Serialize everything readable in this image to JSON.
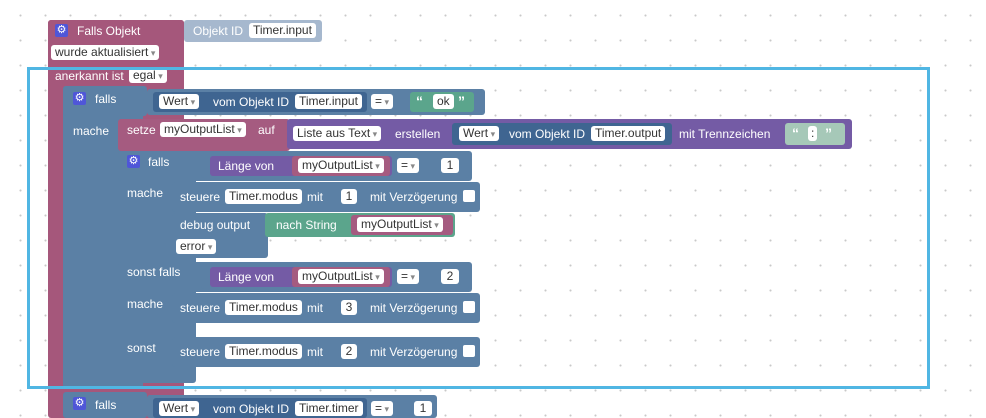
{
  "trigger": {
    "title": "Falls Objekt",
    "object_id_label": "Objekt ID",
    "object_id_value": "Timer.input",
    "updated_value": "wurde aktualisiert",
    "ack_label": "anerkannt ist",
    "ack_value": "egal"
  },
  "if1": {
    "falls": "falls",
    "mache": "mache",
    "wert_value": "Wert",
    "vom_label": "vom Objekt ID",
    "object_id_value": "Timer.input",
    "op": "=",
    "text_value": "ok"
  },
  "set": {
    "setze": "setze",
    "var": "myOutputList",
    "auf": "auf",
    "list_from_text": "Liste aus Text",
    "erstellen": "erstellen",
    "wert_value": "Wert",
    "vom_label": "vom Objekt ID",
    "object_id_value": "Timer.output",
    "separator_label": "mit Trennzeichen",
    "separator_value": ":"
  },
  "if2": {
    "falls": "falls",
    "mache": "mache",
    "length_label": "Länge von",
    "var": "myOutputList",
    "op": "=",
    "num": "1",
    "control": {
      "steuere": "steuere",
      "target": "Timer.modus",
      "mit": "mit",
      "num": "1",
      "delay": "mit Verzögerung"
    },
    "debug": {
      "label": "debug output",
      "to_string": "nach String",
      "var": "myOutputList",
      "level": "error"
    },
    "elseif": "sonst falls",
    "elseif_length_label": "Länge von",
    "elseif_var": "myOutputList",
    "elseif_op": "=",
    "elseif_num": "2",
    "mache2": "mache",
    "control2": {
      "steuere": "steuere",
      "target": "Timer.modus",
      "mit": "mit",
      "num": "3",
      "delay": "mit Verzögerung"
    },
    "else": "sonst",
    "control3": {
      "steuere": "steuere",
      "target": "Timer.modus",
      "mit": "mit",
      "num": "2",
      "delay": "mit Verzögerung"
    }
  },
  "if3": {
    "falls": "falls",
    "wert_value": "Wert",
    "vom_label": "vom Objekt ID",
    "object_id_value": "Timer.timer",
    "op": "=",
    "num": "1"
  },
  "colors": {
    "trigger": "#a5577b",
    "control": "#5b80a5",
    "variable": "#a55b80",
    "list": "#745ba5",
    "text": "#5ba58c",
    "selection": "#50b6e3"
  },
  "icons": [
    "gear-icon"
  ]
}
